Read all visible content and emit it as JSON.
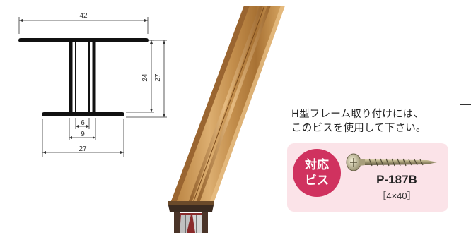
{
  "cross_section": {
    "dims": {
      "top_width": "42",
      "inner_height": "24",
      "outer_height": "27",
      "web_gap": "6",
      "web_outer": "9",
      "bottom_width": "27"
    }
  },
  "note": {
    "line1": "H型フレーム取り付けには、",
    "line2": "このビスを使用して下さい。"
  },
  "screw": {
    "badge_line1": "対応",
    "badge_line2": "ビス",
    "code": "P-187B",
    "size": "［4×40］"
  },
  "colors": {
    "frame_highlight": "#e0b074",
    "frame_mid": "#c08a48",
    "frame_dark": "#8c5a26",
    "badge": "#d0325f",
    "card_bg": "#fbe3e8"
  }
}
